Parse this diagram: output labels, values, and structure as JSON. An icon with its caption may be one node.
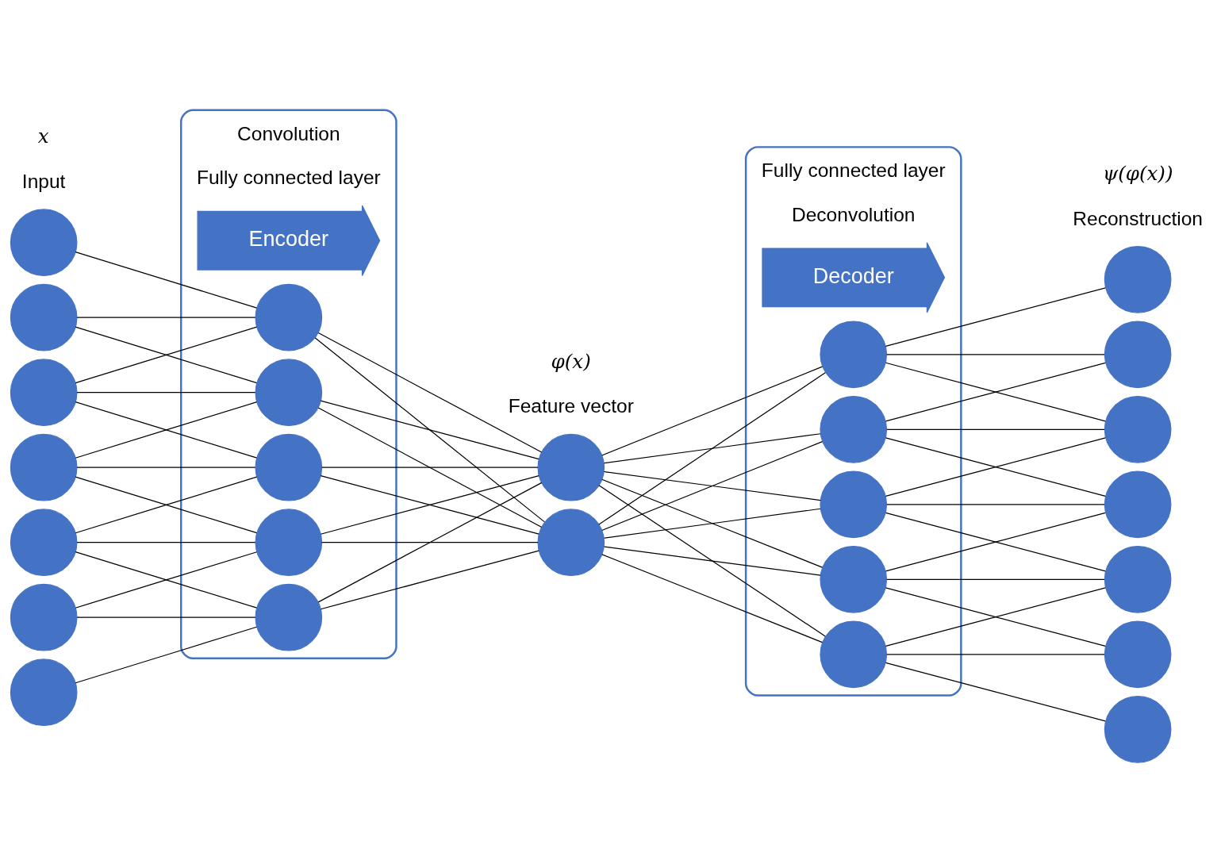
{
  "diagram": {
    "nodes": [
      {
        "text": [],
        "shape": "circle"
      },
      {
        "text": [],
        "shape": "circle"
      },
      {
        "text": [],
        "shape": "circle"
      },
      {
        "text": [],
        "shape": "circle"
      },
      {
        "text": [],
        "shape": "circle"
      },
      {
        "text": [],
        "shape": "circle"
      },
      {
        "text": [],
        "shape": "circle"
      },
      {
        "text": [],
        "shape": "box"
      },
      {
        "text": [
          "Encoder"
        ],
        "in": 7
      },
      {
        "text": [],
        "shape": "circle",
        "in": 7
      },
      {
        "text": [],
        "shape": "circle",
        "in": 7
      },
      {
        "text": [],
        "shape": "circle",
        "in": 7
      },
      {
        "text": [],
        "shape": "circle",
        "in": 7
      },
      {
        "text": [],
        "shape": "circle",
        "in": 7
      },
      {
        "text": [],
        "shape": "circle"
      },
      {
        "text": [],
        "shape": "circle"
      },
      {
        "text": [],
        "shape": "box"
      },
      {
        "text": [
          "Decoder"
        ],
        "in": 16
      },
      {
        "text": [],
        "shape": "circle",
        "in": 16
      },
      {
        "text": [],
        "shape": "circle",
        "in": 16
      },
      {
        "text": [],
        "shape": "circle",
        "in": 16
      },
      {
        "text": [],
        "shape": "circle",
        "in": 16
      },
      {
        "text": [],
        "shape": "circle",
        "in": 16
      },
      {
        "text": [],
        "shape": "circle"
      },
      {
        "text": [],
        "shape": "circle"
      },
      {
        "text": [],
        "shape": "circle"
      },
      {
        "text": [],
        "shape": "circle"
      },
      {
        "text": [],
        "shape": "circle"
      },
      {
        "text": [],
        "shape": "circle"
      },
      {
        "text": [],
        "shape": "circle"
      }
    ],
    "edges": [
      {
        "from": 0,
        "to": 9,
        "arrow": "none"
      },
      {
        "from": 1,
        "to": 9,
        "arrow": "none"
      },
      {
        "from": 1,
        "to": 10,
        "arrow": "none"
      },
      {
        "from": 2,
        "to": 9,
        "arrow": "none"
      },
      {
        "from": 2,
        "to": 10,
        "arrow": "none"
      },
      {
        "from": 2,
        "to": 11,
        "arrow": "none"
      },
      {
        "from": 3,
        "to": 10,
        "arrow": "none"
      },
      {
        "from": 3,
        "to": 11,
        "arrow": "none"
      },
      {
        "from": 3,
        "to": 12,
        "arrow": "none"
      },
      {
        "from": 4,
        "to": 11,
        "arrow": "none"
      },
      {
        "from": 4,
        "to": 12,
        "arrow": "none"
      },
      {
        "from": 4,
        "to": 13,
        "arrow": "none"
      },
      {
        "from": 5,
        "to": 12,
        "arrow": "none"
      },
      {
        "from": 5,
        "to": 13,
        "arrow": "none"
      },
      {
        "from": 6,
        "to": 13,
        "arrow": "none"
      },
      {
        "from": 9,
        "to": 14,
        "arrow": "none"
      },
      {
        "from": 9,
        "to": 15,
        "arrow": "none"
      },
      {
        "from": 10,
        "to": 14,
        "arrow": "none"
      },
      {
        "from": 10,
        "to": 15,
        "arrow": "none"
      },
      {
        "from": 11,
        "to": 14,
        "arrow": "none"
      },
      {
        "from": 11,
        "to": 15,
        "arrow": "none"
      },
      {
        "from": 12,
        "to": 14,
        "arrow": "none"
      },
      {
        "from": 12,
        "to": 15,
        "arrow": "none"
      },
      {
        "from": 13,
        "to": 14,
        "arrow": "none"
      },
      {
        "from": 13,
        "to": 15,
        "arrow": "none"
      },
      {
        "from": 14,
        "to": 18,
        "arrow": "none"
      },
      {
        "from": 14,
        "to": 19,
        "arrow": "none"
      },
      {
        "from": 14,
        "to": 20,
        "arrow": "none"
      },
      {
        "from": 14,
        "to": 21,
        "arrow": "none"
      },
      {
        "from": 14,
        "to": 22,
        "arrow": "none"
      },
      {
        "from": 15,
        "to": 18,
        "arrow": "none"
      },
      {
        "from": 15,
        "to": 19,
        "arrow": "none"
      },
      {
        "from": 15,
        "to": 20,
        "arrow": "none"
      },
      {
        "from": 15,
        "to": 21,
        "arrow": "none"
      },
      {
        "from": 15,
        "to": 22,
        "arrow": "none"
      },
      {
        "from": 18,
        "to": 23,
        "arrow": "none"
      },
      {
        "from": 18,
        "to": 24,
        "arrow": "none"
      },
      {
        "from": 18,
        "to": 25,
        "arrow": "none"
      },
      {
        "from": 19,
        "to": 24,
        "arrow": "none"
      },
      {
        "from": 19,
        "to": 25,
        "arrow": "none"
      },
      {
        "from": 19,
        "to": 26,
        "arrow": "none"
      },
      {
        "from": 20,
        "to": 25,
        "arrow": "none"
      },
      {
        "from": 20,
        "to": 26,
        "arrow": "none"
      },
      {
        "from": 20,
        "to": 27,
        "arrow": "none"
      },
      {
        "from": 21,
        "to": 26,
        "arrow": "none"
      },
      {
        "from": 21,
        "to": 27,
        "arrow": "none"
      },
      {
        "from": 21,
        "to": 28,
        "arrow": "none"
      },
      {
        "from": 22,
        "to": 27,
        "arrow": "none"
      },
      {
        "from": 22,
        "to": 28,
        "arrow": "none"
      },
      {
        "from": 22,
        "to": 29,
        "arrow": "none"
      }
    ],
    "labels": [
      "Convolution",
      "Fully connected layer",
      "Fully connected layer",
      "Deconvolution",
      "Input",
      "x",
      "Feature vector",
      "φ(x)",
      "Reconstruction",
      "ψ(φ(x))"
    ]
  }
}
